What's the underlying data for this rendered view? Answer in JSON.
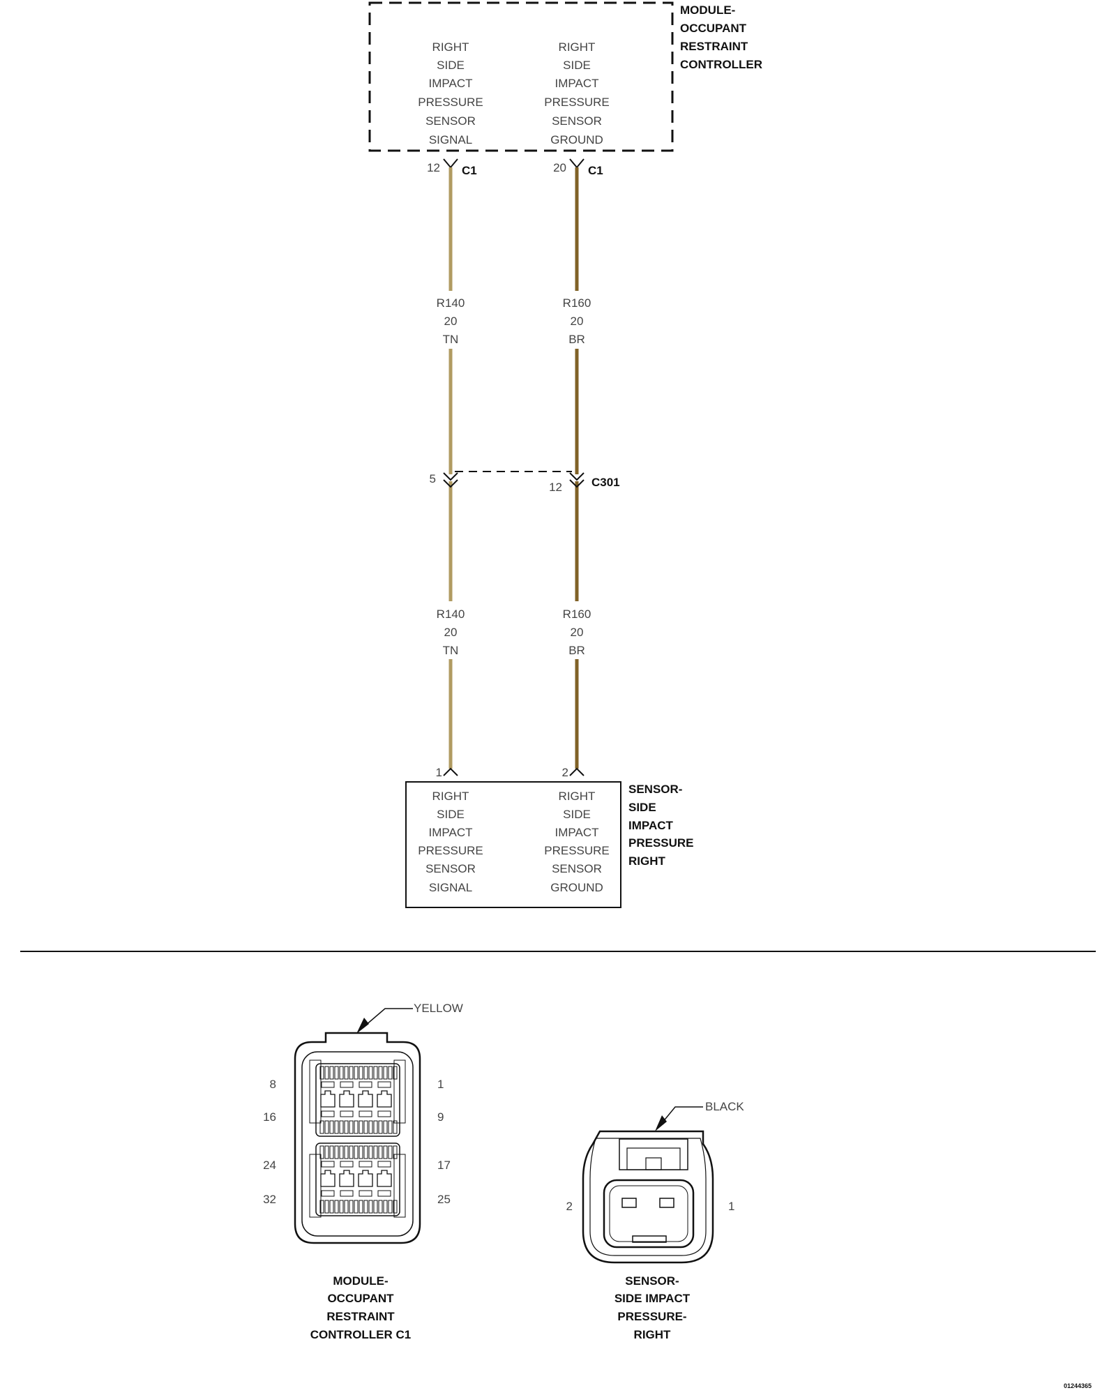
{
  "module": {
    "name_lines": [
      "MODULE-",
      "OCCUPANT",
      "RESTRAINT",
      "CONTROLLER"
    ],
    "signal_lines": [
      "RIGHT",
      "SIDE",
      "IMPACT",
      "PRESSURE",
      "SENSOR",
      "SIGNAL"
    ],
    "ground_lines": [
      "RIGHT",
      "SIDE",
      "IMPACT",
      "PRESSURE",
      "SENSOR",
      "GROUND"
    ],
    "pin_signal": "12",
    "pin_ground": "20",
    "connector": "C1"
  },
  "wires": {
    "signal": {
      "circuit": "R140",
      "gauge": "20",
      "color_code": "TN",
      "color": "#b09b62"
    },
    "ground": {
      "circuit": "R160",
      "gauge": "20",
      "color_code": "BR",
      "color": "#806227"
    }
  },
  "inline_connector": {
    "name": "C301",
    "pin_signal": "5",
    "pin_ground": "12"
  },
  "sensor": {
    "name_lines": [
      "SENSOR-",
      "SIDE",
      "IMPACT",
      "PRESSURE",
      "RIGHT"
    ],
    "signal_lines": [
      "RIGHT",
      "SIDE",
      "IMPACT",
      "PRESSURE",
      "SENSOR",
      "SIGNAL"
    ],
    "ground_lines": [
      "RIGHT",
      "SIDE",
      "IMPACT",
      "PRESSURE",
      "SENSOR",
      "GROUND"
    ],
    "pin_signal": "1",
    "pin_ground": "2"
  },
  "connector_views": {
    "module_c1": {
      "color_label": "YELLOW",
      "pins_left": [
        "8",
        "16",
        "24",
        "32"
      ],
      "pins_right": [
        "1",
        "9",
        "17",
        "25"
      ],
      "caption_lines": [
        "MODULE-",
        "OCCUPANT",
        "RESTRAINT",
        "CONTROLLER C1"
      ]
    },
    "sensor": {
      "color_label": "BLACK",
      "pin_left": "2",
      "pin_right": "1",
      "caption_lines": [
        "SENSOR-",
        "SIDE IMPACT",
        "PRESSURE-",
        "RIGHT"
      ]
    }
  },
  "figure_id": "01244365"
}
